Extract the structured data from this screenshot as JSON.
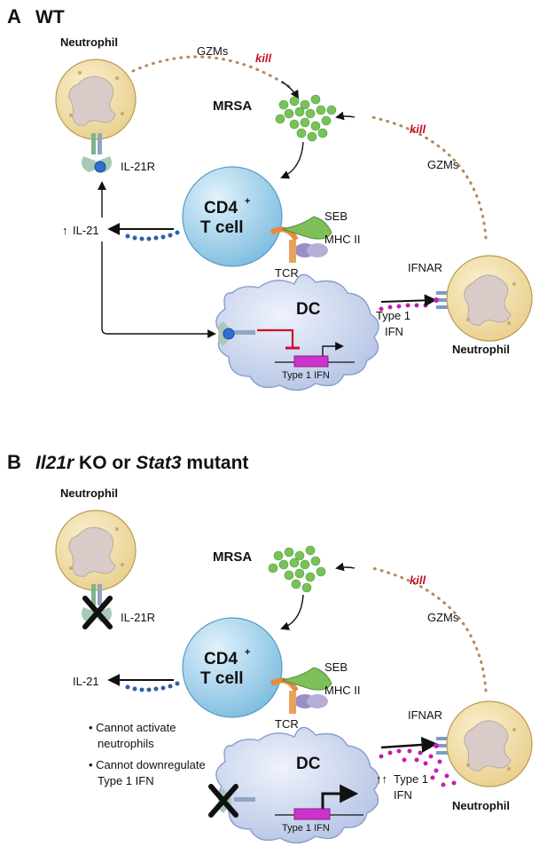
{
  "panel_a": {
    "letter": "A",
    "title": "WT",
    "neutrophil_top": "Neutrophil",
    "neutrophil_right": "Neutrophil",
    "gzms_top": "GZMs",
    "gzms_right": "GZMs",
    "kill_top": "kill",
    "kill_right": "kill",
    "mrsa": "MRSA",
    "il21r": "IL-21R",
    "t_cell_line1": "CD4",
    "t_cell_sup": "+",
    "t_cell_line2": "T cell",
    "il21": "IL-21",
    "il21_arrow": "↑",
    "seb": "SEB",
    "mhc": "MHC II",
    "tcr": "TCR",
    "ifnar": "IFNAR",
    "dc": "DC",
    "type1_line1": "Type 1",
    "type1_line2": "IFN",
    "gene": "Type 1 IFN"
  },
  "panel_b": {
    "letter": "B",
    "title_italic1": "Il21r",
    "title_mid": " KO or ",
    "title_italic2": "Stat3",
    "title_end": " mutant",
    "neutrophil_top": "Neutrophil",
    "neutrophil_right": "Neutrophil",
    "gzms_right": "GZMs",
    "kill_right": "kill",
    "mrsa": "MRSA",
    "il21r": "IL-21R",
    "t_cell_line1": "CD4",
    "t_cell_sup": "+",
    "t_cell_line2": "T cell",
    "il21": "IL-21",
    "seb": "SEB",
    "mhc": "MHC II",
    "tcr": "TCR",
    "ifnar": "IFNAR",
    "dc": "DC",
    "type1_line1": "Type 1",
    "type1_line2": "IFN",
    "type1_arrows": "↑↑",
    "gene": "Type 1 IFN",
    "bullet1_line1": "• Cannot activate",
    "bullet1_line2": "neutrophils",
    "bullet2_line1": "• Cannot downregulate",
    "bullet2_line2": "Type 1 IFN"
  },
  "colors": {
    "neutrophil_fill": "#f3dfa6",
    "neutrophil_nucleus": "#d9c9c4",
    "tcell_fill": "#9fd0ea",
    "dc_fill": "#c7d4ec",
    "mrsa_green": "#78c25a",
    "gzm_dot": "#b4895a",
    "il21_dot": "#2f5fa8",
    "ifn_dot": "#c21fb0",
    "gene_box": "#cc33cc",
    "kill_red": "#c8102e",
    "inhibit_red": "#c8102e"
  }
}
